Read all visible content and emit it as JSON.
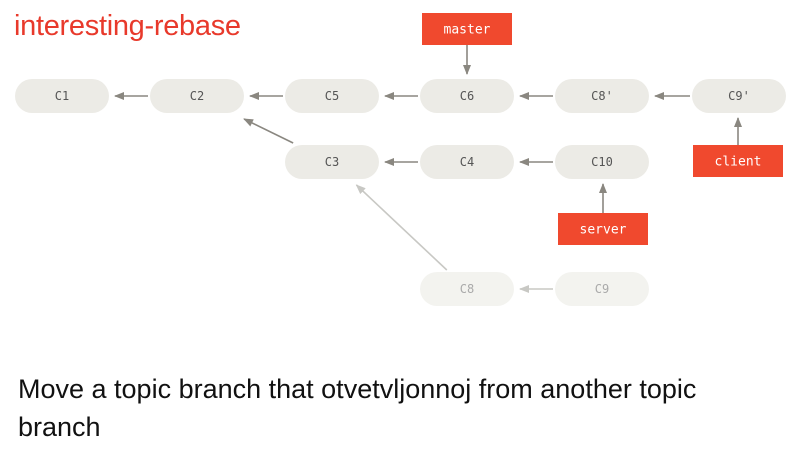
{
  "title": "interesting-rebase",
  "caption": "Move a topic branch that otvetvljonnoj from another topic branch",
  "colors": {
    "commit_fill": "#ecebe6",
    "commit_text": "#555555",
    "faded_fill": "#f3f3ef",
    "faded_text": "#aaaaaa",
    "arrow": "#8a8780",
    "faded_arrow": "#c8c8c4",
    "branch_fill": "#f0492e",
    "branch_text": "#ffffff"
  },
  "commits": [
    {
      "id": "C1",
      "label": "C1",
      "faded": false
    },
    {
      "id": "C2",
      "label": "C2",
      "faded": false
    },
    {
      "id": "C5",
      "label": "C5",
      "faded": false
    },
    {
      "id": "C6",
      "label": "C6",
      "faded": false
    },
    {
      "id": "C8p",
      "label": "C8'",
      "faded": false
    },
    {
      "id": "C9p",
      "label": "C9'",
      "faded": false
    },
    {
      "id": "C3",
      "label": "C3",
      "faded": false
    },
    {
      "id": "C4",
      "label": "C4",
      "faded": false
    },
    {
      "id": "C10",
      "label": "C10",
      "faded": false
    },
    {
      "id": "C8",
      "label": "C8",
      "faded": true
    },
    {
      "id": "C9",
      "label": "C9",
      "faded": true
    }
  ],
  "branches": [
    {
      "id": "master",
      "label": "master",
      "target": "C6"
    },
    {
      "id": "client",
      "label": "client",
      "target": "C9p"
    },
    {
      "id": "server",
      "label": "server",
      "target": "C10"
    }
  ],
  "edges": [
    {
      "from": "C2",
      "to": "C1",
      "faded": false
    },
    {
      "from": "C5",
      "to": "C2",
      "faded": false
    },
    {
      "from": "C6",
      "to": "C5",
      "faded": false
    },
    {
      "from": "C8p",
      "to": "C6",
      "faded": false
    },
    {
      "from": "C9p",
      "to": "C8p",
      "faded": false
    },
    {
      "from": "C3",
      "to": "C2",
      "faded": false
    },
    {
      "from": "C4",
      "to": "C3",
      "faded": false
    },
    {
      "from": "C10",
      "to": "C4",
      "faded": false
    },
    {
      "from": "C9",
      "to": "C8",
      "faded": true
    },
    {
      "from": "C8",
      "to": "C3",
      "faded": true
    }
  ]
}
